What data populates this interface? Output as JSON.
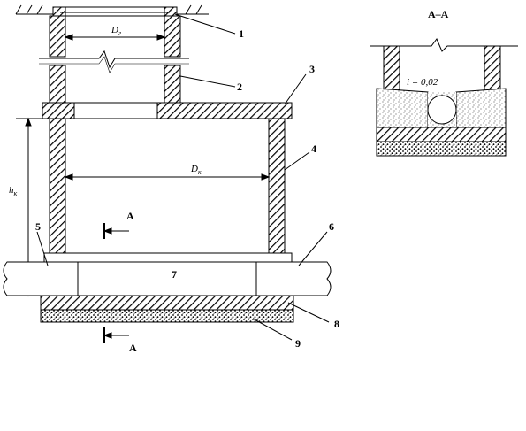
{
  "callouts": [
    "1",
    "2",
    "3",
    "4",
    "5",
    "6",
    "7",
    "8",
    "9"
  ],
  "dims": {
    "Dg_main": "D",
    "Dg_sub": "г",
    "Dk_main": "D",
    "Dk_sub": "к",
    "hk_main": "h",
    "hk_sub": "к"
  },
  "section": {
    "marker": "А",
    "title": "А–А",
    "slope": "i = 0,02"
  }
}
